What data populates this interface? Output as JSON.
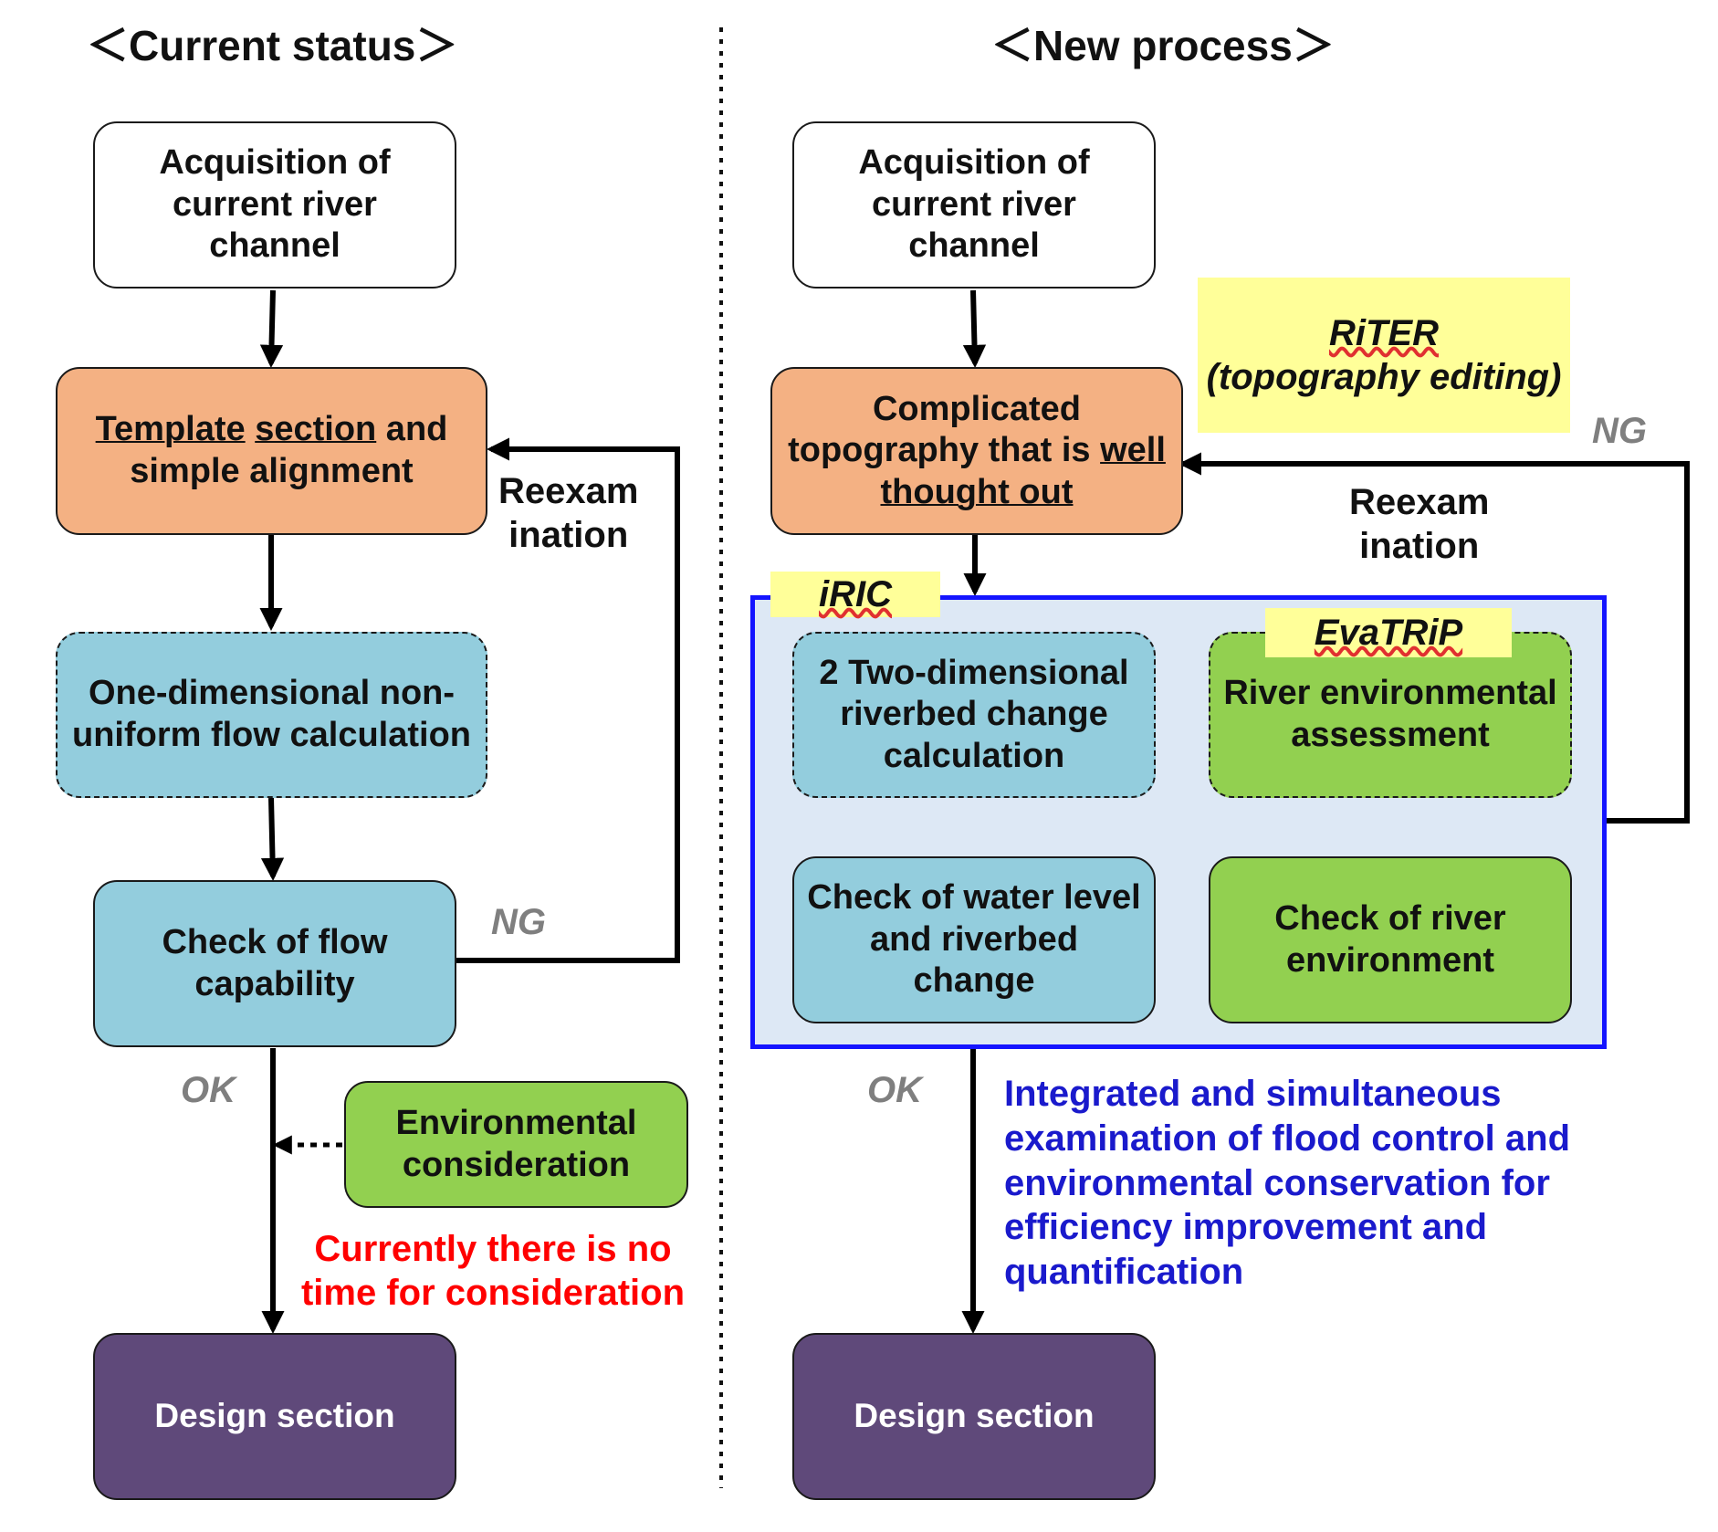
{
  "left": {
    "heading": "＜Current status＞",
    "acquisition": "Acquisition of current river channel",
    "template_part1": "Template",
    "template_part2": "section",
    "template_part3": " and simple alignment",
    "one_dim": "One-dimensional non-uniform flow calculation",
    "check_flow": "Check of flow capability",
    "environmental": "Environmental consideration",
    "design": "Design section",
    "reexam": "Reexam\nination",
    "ng": "NG",
    "ok": "OK",
    "no_time": "Currently there is no time for consideration"
  },
  "right": {
    "heading": "＜New process＞",
    "acquisition": "Acquisition of current river channel",
    "complicated_part1": "Complicated topography that is ",
    "complicated_part2": "well thought out",
    "riter_name": "RiTER",
    "riter_sub": "(topography editing)",
    "iric": "iRIC",
    "evatrip": "EvaTRiP",
    "two_dim": "2 Two-dimensional riverbed change calculation",
    "river_env_assess": "River environmental assessment",
    "check_water": "Check of water level and riverbed change",
    "check_river_env": "Check of river environment",
    "design": "Design section",
    "reexam": "Reexam\nination",
    "ng": "NG",
    "ok": "OK",
    "integrated": "Integrated and simultaneous examination of flood control and environmental conservation for efficiency improvement and quantification"
  },
  "colors": {
    "orange": "#f4b183",
    "light_blue": "#93cddd",
    "green": "#92d050",
    "purple": "#5f497a",
    "highlight_yellow": "#ffff99",
    "panel_border": "#1414ff",
    "panel_fill": "#dde8f5",
    "red_text": "#ff0000",
    "blue_text": "#1a1acc"
  }
}
